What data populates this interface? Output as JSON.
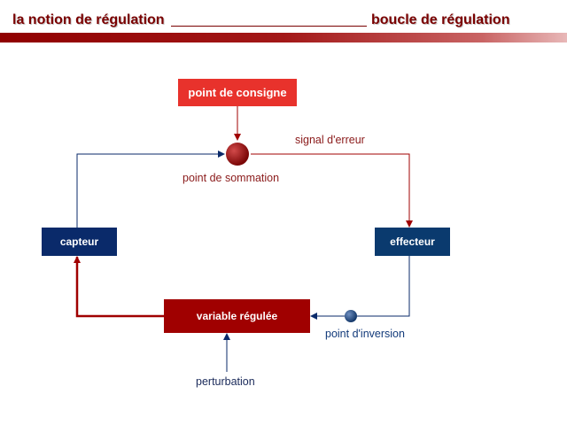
{
  "header": {
    "left_title": "la notion de régulation",
    "right_title": "boucle de régulation"
  },
  "diagram": {
    "setpoint": "point de consigne",
    "sensor": "capteur",
    "actuator": "effecteur",
    "controlled_variable": "variable régulée",
    "error_signal": "signal d'erreur",
    "summing_point": "point de sommation",
    "inversion_point": "point d'inversion",
    "disturbance": "perturbation"
  },
  "colors": {
    "accent_red": "#a00000",
    "setpoint_red": "#e8322c",
    "navy": "#0a2a6a"
  }
}
